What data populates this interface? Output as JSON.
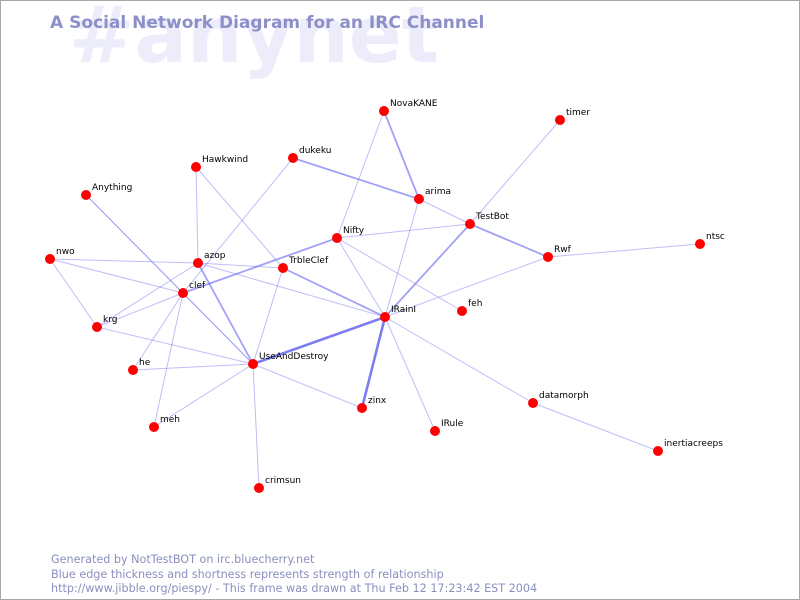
{
  "watermark": "#anynet",
  "title": "A Social Network Diagram for an IRC Channel",
  "footer": {
    "line1": "Generated by NotTestBOT on irc.bluecherry.net",
    "line2": "Blue edge thickness and shortness represents strength of relationship",
    "line3": "http://www.jibble.org/piespy/ - This frame was drawn at Thu Feb 12 17:23:42 EST 2004"
  },
  "colors": {
    "node": "#ff0000",
    "edge": "#6f6ff0",
    "title": "#8d90c8",
    "watermark": "#ececfb",
    "footer": "#8a8fbf"
  },
  "nodes": [
    {
      "id": "NovaKANE",
      "label": "NovaKANE"
    },
    {
      "id": "timer",
      "label": "timer"
    },
    {
      "id": "Hawkwind",
      "label": "Hawkwind"
    },
    {
      "id": "dukeku",
      "label": "dukeku"
    },
    {
      "id": "Anything",
      "label": "Anything"
    },
    {
      "id": "arima",
      "label": "arima"
    },
    {
      "id": "TestBot",
      "label": "TestBot"
    },
    {
      "id": "Nifty",
      "label": "Nifty"
    },
    {
      "id": "ntsc",
      "label": "ntsc"
    },
    {
      "id": "nwo",
      "label": "nwo"
    },
    {
      "id": "azop",
      "label": "azop"
    },
    {
      "id": "TrbleClef",
      "label": "TrbleClef"
    },
    {
      "id": "Rwf",
      "label": "Rwf"
    },
    {
      "id": "clef",
      "label": "clef"
    },
    {
      "id": "feh",
      "label": "feh"
    },
    {
      "id": "IRainI",
      "label": "IRainI"
    },
    {
      "id": "krg",
      "label": "krg"
    },
    {
      "id": "UseAndDestroy",
      "label": "UseAndDestroy"
    },
    {
      "id": "he",
      "label": "he"
    },
    {
      "id": "datamorph",
      "label": "datamorph"
    },
    {
      "id": "zinx",
      "label": "zinx"
    },
    {
      "id": "meh",
      "label": "meh"
    },
    {
      "id": "IRule",
      "label": "IRule"
    },
    {
      "id": "inertiacreeps",
      "label": "inertiacreeps"
    },
    {
      "id": "crimsun",
      "label": "crimsun"
    }
  ],
  "edges": [
    {
      "source": "NovaKANE",
      "target": "arima",
      "strength": 2
    },
    {
      "source": "NovaKANE",
      "target": "Nifty",
      "strength": 1
    },
    {
      "source": "timer",
      "target": "TestBot",
      "strength": 1
    },
    {
      "source": "Hawkwind",
      "target": "azop",
      "strength": 1
    },
    {
      "source": "Hawkwind",
      "target": "TrbleClef",
      "strength": 1
    },
    {
      "source": "dukeku",
      "target": "arima",
      "strength": 2
    },
    {
      "source": "dukeku",
      "target": "clef",
      "strength": 1
    },
    {
      "source": "Anything",
      "target": "clef",
      "strength": 1
    },
    {
      "source": "Anything",
      "target": "UseAndDestroy",
      "strength": 1
    },
    {
      "source": "arima",
      "target": "TestBot",
      "strength": 1
    },
    {
      "source": "arima",
      "target": "IRainI",
      "strength": 1
    },
    {
      "source": "TestBot",
      "target": "Rwf",
      "strength": 2
    },
    {
      "source": "TestBot",
      "target": "Nifty",
      "strength": 1
    },
    {
      "source": "TestBot",
      "target": "IRainI",
      "strength": 2
    },
    {
      "source": "Nifty",
      "target": "clef",
      "strength": 2
    },
    {
      "source": "Nifty",
      "target": "feh",
      "strength": 1
    },
    {
      "source": "Nifty",
      "target": "IRainI",
      "strength": 1
    },
    {
      "source": "Rwf",
      "target": "ntsc",
      "strength": 1
    },
    {
      "source": "Rwf",
      "target": "IRainI",
      "strength": 1
    },
    {
      "source": "nwo",
      "target": "azop",
      "strength": 1
    },
    {
      "source": "nwo",
      "target": "clef",
      "strength": 1
    },
    {
      "source": "nwo",
      "target": "krg",
      "strength": 1
    },
    {
      "source": "azop",
      "target": "TrbleClef",
      "strength": 1
    },
    {
      "source": "azop",
      "target": "krg",
      "strength": 1
    },
    {
      "source": "azop",
      "target": "UseAndDestroy",
      "strength": 2
    },
    {
      "source": "azop",
      "target": "IRainI",
      "strength": 1
    },
    {
      "source": "TrbleClef",
      "target": "IRainI",
      "strength": 2
    },
    {
      "source": "TrbleClef",
      "target": "UseAndDestroy",
      "strength": 1
    },
    {
      "source": "clef",
      "target": "krg",
      "strength": 1
    },
    {
      "source": "clef",
      "target": "he",
      "strength": 1
    },
    {
      "source": "clef",
      "target": "meh",
      "strength": 1
    },
    {
      "source": "clef",
      "target": "UseAndDestroy",
      "strength": 1
    },
    {
      "source": "IRainI",
      "target": "UseAndDestroy",
      "strength": 3
    },
    {
      "source": "IRainI",
      "target": "zinx",
      "strength": 3
    },
    {
      "source": "IRainI",
      "target": "IRule",
      "strength": 1
    },
    {
      "source": "IRainI",
      "target": "datamorph",
      "strength": 1
    },
    {
      "source": "krg",
      "target": "UseAndDestroy",
      "strength": 1
    },
    {
      "source": "UseAndDestroy",
      "target": "he",
      "strength": 1
    },
    {
      "source": "UseAndDestroy",
      "target": "meh",
      "strength": 1
    },
    {
      "source": "UseAndDestroy",
      "target": "zinx",
      "strength": 1
    },
    {
      "source": "UseAndDestroy",
      "target": "crimsun",
      "strength": 1
    },
    {
      "source": "datamorph",
      "target": "inertiacreeps",
      "strength": 1
    }
  ]
}
